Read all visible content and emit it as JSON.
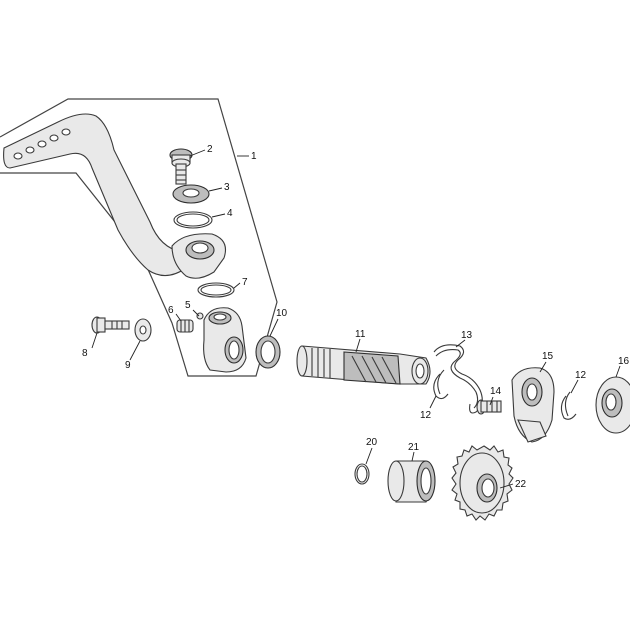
{
  "diagram": {
    "callouts": {
      "p1": "1",
      "p2": "2",
      "p3": "3",
      "p4": "4",
      "p5": "5",
      "p6": "6",
      "p7": "7",
      "p8": "8",
      "p9": "9",
      "p10": "10",
      "p11": "11",
      "p12a": "12",
      "p12b": "12",
      "p13": "13",
      "p14": "14",
      "p15": "15",
      "p16": "16",
      "p20": "20",
      "p21": "21",
      "p22": "22"
    }
  }
}
